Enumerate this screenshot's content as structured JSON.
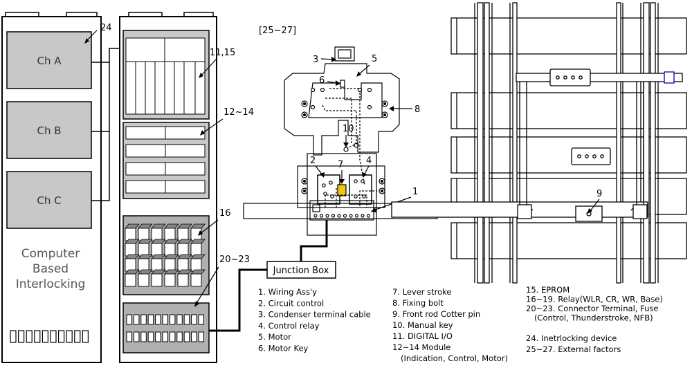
{
  "cabinet_left": {
    "channels": [
      "Ch A",
      "Ch B",
      "Ch C"
    ],
    "system_label": [
      "Computer",
      "Based",
      "Interlocking"
    ],
    "callout": "24"
  },
  "cabinet_right": {
    "callouts": [
      "11,15",
      "12~14",
      "16",
      "20~23"
    ]
  },
  "junction_box": "Junction Box",
  "switch_title": "[25~27]",
  "switch_callouts": [
    "3",
    "5",
    "6",
    "8",
    "10",
    "2",
    "7",
    "4",
    "1",
    "9"
  ],
  "legend_col1": [
    "1. Wiring Ass'y",
    "2. Circuit control",
    "3. Condenser terminal cable",
    "4. Control relay",
    "5. Motor",
    "6. Motor Key"
  ],
  "legend_col2": [
    "7. Lever stroke",
    "8. Fixing bolt",
    "9. Front rod Cotter pin",
    "10. Manual key",
    "11. DIGITAL I/O",
    "12~14 Module",
    "(Indication, Control, Motor)"
  ],
  "legend_col3": [
    "15. EPROM",
    "16~19. Relay(WLR, CR, WR, Base)",
    "20~23. Connector Terminal,  Fuse",
    "(Control, Thunderstroke, NFB)",
    "24. Inetrlocking device",
    "25~27. External factors"
  ]
}
